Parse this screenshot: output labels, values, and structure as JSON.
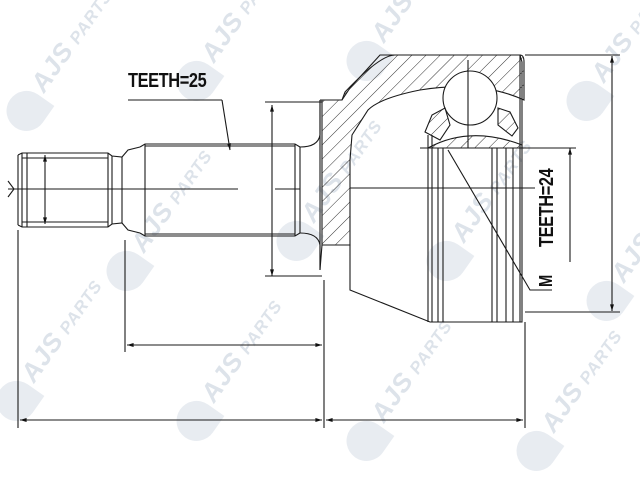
{
  "diagram": {
    "type": "technical-drawing",
    "subject": "CV joint (outer drive shaft joint) cross-section",
    "labels": {
      "teeth_outer_shaft": "TEETH=25",
      "teeth_inner": "TEETH=24",
      "thread": "M"
    },
    "watermark": {
      "brand": "AJS",
      "suffix": "PARTS",
      "text": "AJS PARTS",
      "color": "#dde3ea"
    },
    "colors": {
      "line": "#1a1a1a",
      "background": "#ffffff",
      "hatch": "#333333"
    },
    "dimension_lines": [
      {
        "name": "overall-length-left",
        "orientation": "horizontal"
      },
      {
        "name": "overall-length-right",
        "orientation": "horizontal"
      },
      {
        "name": "shaft-length",
        "orientation": "horizontal"
      },
      {
        "name": "shaft-diameter",
        "orientation": "vertical"
      },
      {
        "name": "housing-diameter",
        "orientation": "vertical"
      },
      {
        "name": "inner-spline-diameter",
        "orientation": "vertical"
      },
      {
        "name": "end-diameter",
        "orientation": "vertical"
      }
    ]
  }
}
